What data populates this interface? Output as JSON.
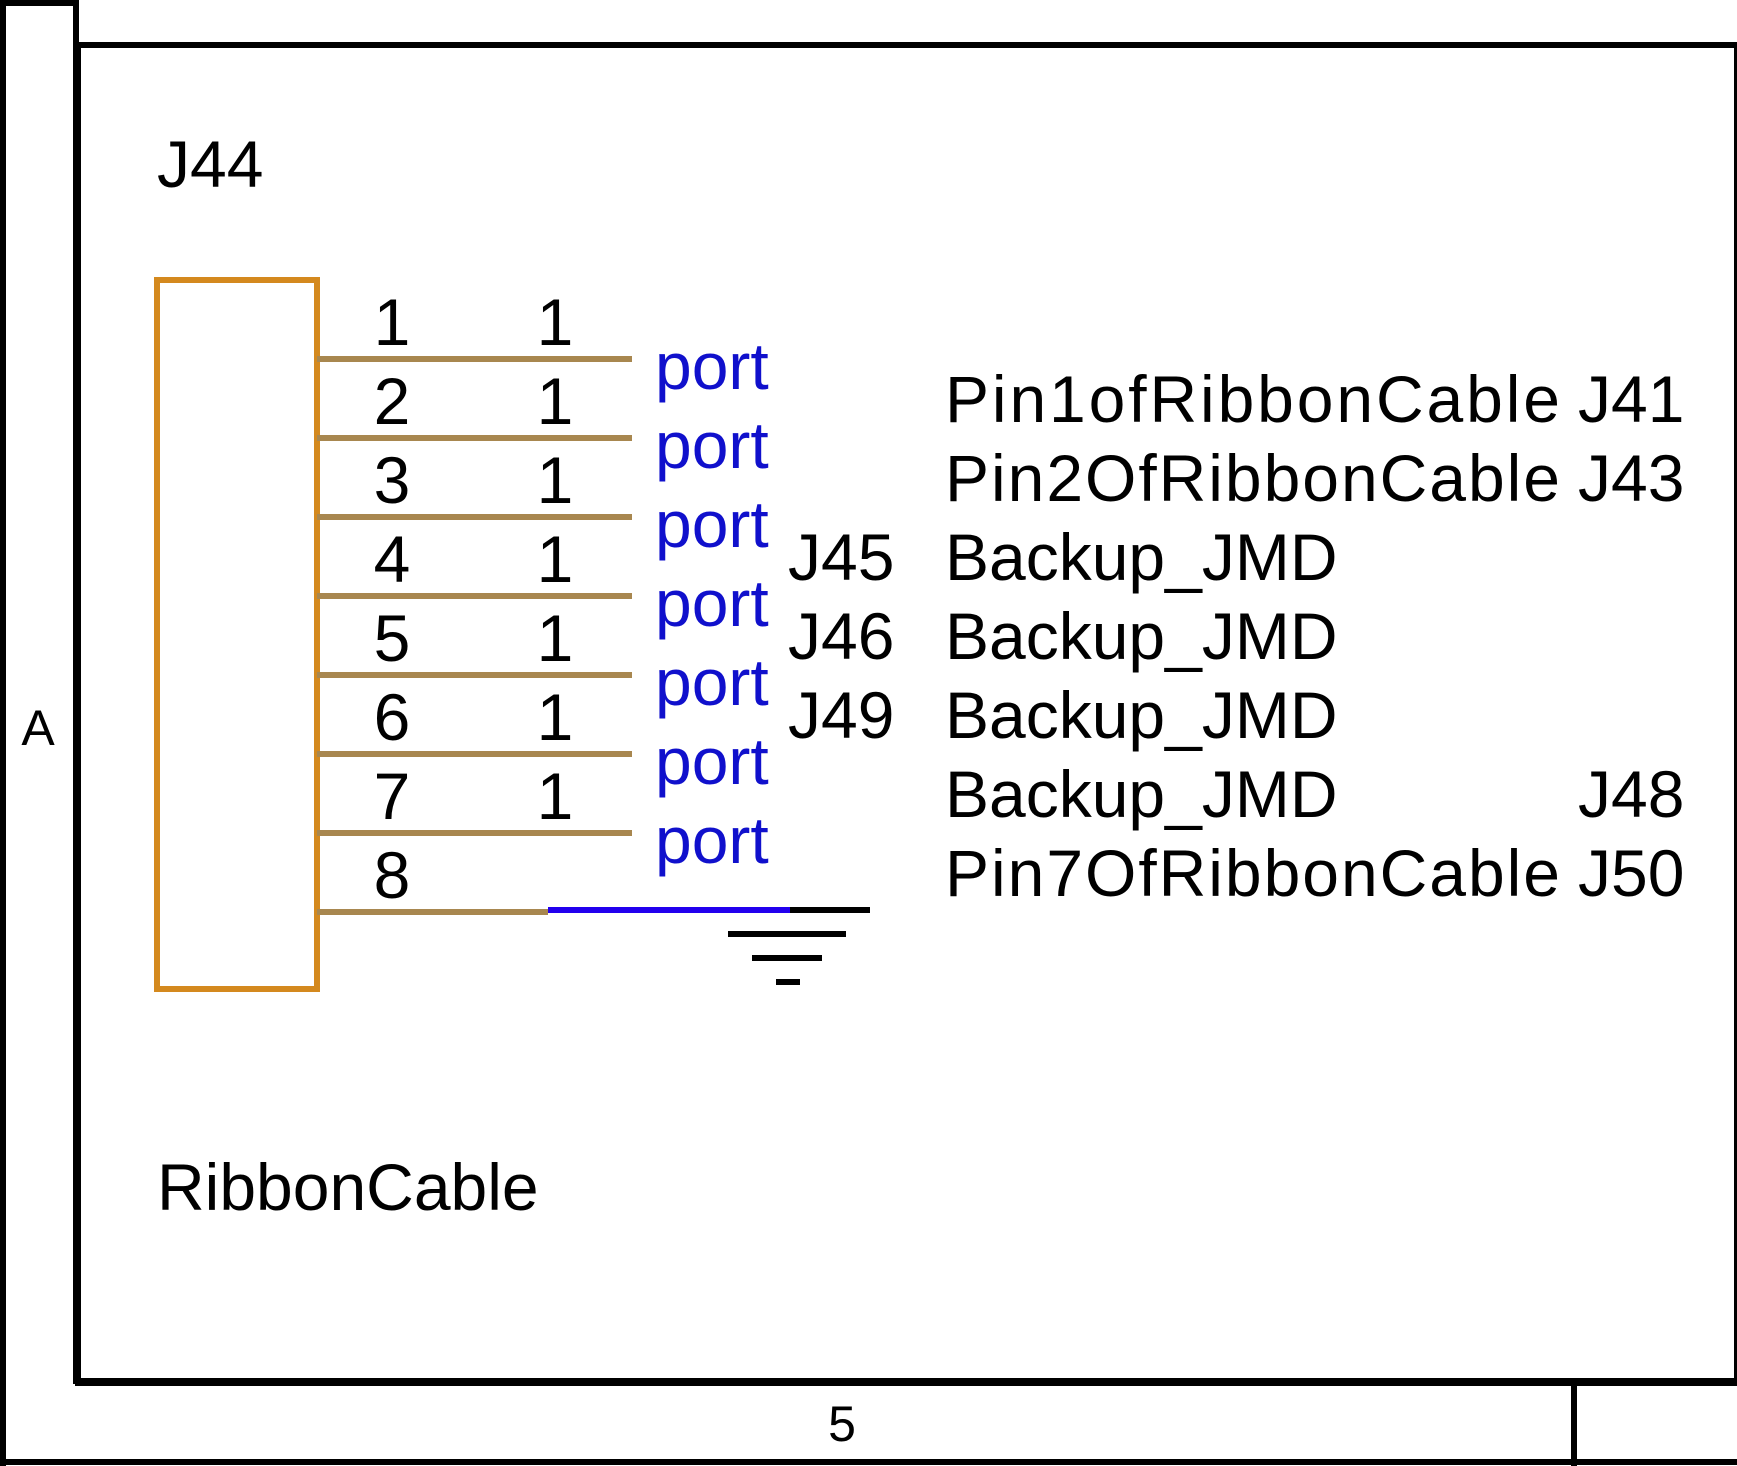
{
  "frame": {
    "zone_row": "A",
    "zone_col": "5"
  },
  "component": {
    "ref": "J44",
    "value": "RibbonCable"
  },
  "colors": {
    "body": "#D4891E",
    "pin": "#A8874F",
    "port": "#1010CC",
    "wire_blue": "#2200EE",
    "frame": "#000000"
  },
  "pins": [
    {
      "number": "1",
      "net_count": "1",
      "port": "port"
    },
    {
      "number": "2",
      "net_count": "1",
      "port": "port"
    },
    {
      "number": "3",
      "net_count": "1",
      "port": "port"
    },
    {
      "number": "4",
      "net_count": "1",
      "port": "port"
    },
    {
      "number": "5",
      "net_count": "1",
      "port": "port"
    },
    {
      "number": "6",
      "net_count": "1",
      "port": "port"
    },
    {
      "number": "7",
      "net_count": "1",
      "port": "port"
    },
    {
      "number": "8",
      "net_count": "",
      "port": ""
    }
  ],
  "ports": [
    {
      "ref": "",
      "name": "Pin1ofRibbonCable",
      "right_ref": "J41"
    },
    {
      "ref": "",
      "name": "Pin2OfRibbonCable",
      "right_ref": "J43"
    },
    {
      "ref": "J45",
      "name": "Backup_JMD",
      "right_ref": ""
    },
    {
      "ref": "J46",
      "name": "Backup_JMD",
      "right_ref": ""
    },
    {
      "ref": "J49",
      "name": "Backup_JMD",
      "right_ref": ""
    },
    {
      "ref": "",
      "name": "Backup_JMD",
      "right_ref": "J48"
    },
    {
      "ref": "",
      "name": "Pin7OfRibbonCable",
      "right_ref": "J50"
    }
  ],
  "ground": {
    "symbol": "ground-icon"
  }
}
